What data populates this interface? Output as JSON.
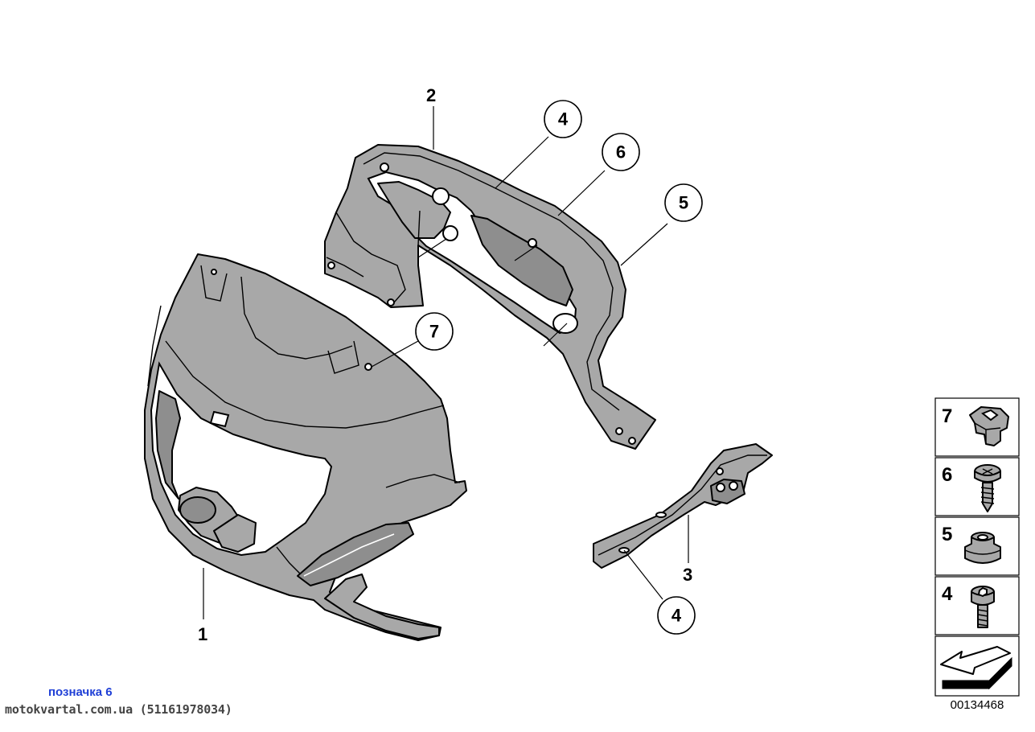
{
  "diagram": {
    "part_labels": [
      "1",
      "2",
      "3"
    ],
    "callouts": [
      "4",
      "6",
      "5",
      "7",
      "4"
    ],
    "legend": [
      "7",
      "6",
      "5",
      "4"
    ],
    "document_number": "00134468"
  },
  "overlay": {
    "note": "позначка 6",
    "watermark": "motokvartal.com.ua (51161978034)"
  },
  "colors": {
    "part_fill": "#a8a8a8",
    "note_text": "#1f3fd6"
  }
}
